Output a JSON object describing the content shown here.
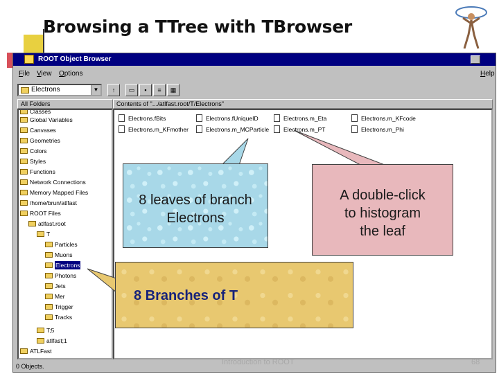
{
  "slide": {
    "title": "Browsing a TTree with TBrowser",
    "footer": "Introduction to ROOT",
    "page_number": "68"
  },
  "window": {
    "title": "ROOT Object Browser",
    "menu": [
      "File",
      "View",
      "Options"
    ],
    "help": "Help",
    "dropdown_value": "Electrons",
    "folders_header": "All Folders",
    "contents_header": "Contents of \".../atlfast.root/T/Electrons\"",
    "status": "0 Objects."
  },
  "tree": [
    {
      "label": "Classes",
      "level": 0
    },
    {
      "label": "Global Variables",
      "level": 0
    },
    {
      "label": "Canvases",
      "level": 0
    },
    {
      "label": "Geometries",
      "level": 0
    },
    {
      "label": "Colors",
      "level": 0
    },
    {
      "label": "Styles",
      "level": 0
    },
    {
      "label": "Functions",
      "level": 0
    },
    {
      "label": "Network Connections",
      "level": 0
    },
    {
      "label": "Memory Mapped Files",
      "level": 0
    },
    {
      "label": "/home/brun/atlfast",
      "level": 0
    },
    {
      "label": "ROOT Files",
      "level": 0
    },
    {
      "label": "atlfast.root",
      "level": 1
    },
    {
      "label": "T",
      "level": 2
    },
    {
      "label": "Particles",
      "level": 3
    },
    {
      "label": "Muons",
      "level": 3
    },
    {
      "label": "Electrons",
      "level": 3,
      "selected": true
    },
    {
      "label": "Photons",
      "level": 3
    },
    {
      "label": "Jets",
      "level": 3
    },
    {
      "label": "Mer",
      "level": 3
    },
    {
      "label": "Trigger",
      "level": 3
    },
    {
      "label": "Tracks",
      "level": 3
    },
    {
      "label": "T;5",
      "level": 2
    },
    {
      "label": "atlfast;1",
      "level": 2
    },
    {
      "label": "ATLFast",
      "level": 0
    }
  ],
  "leaves": [
    "Electrons.fBits",
    "Electrons.fUniqueID",
    "Electrons.m_Eta",
    "Electrons.m_KFcode",
    "Electrons.m_KFmother",
    "Electrons.m_MCParticle",
    "Electrons.m_PT",
    "Electrons.m_Phi"
  ],
  "callouts": {
    "leaves_line1": "8 leaves of branch",
    "leaves_line2": "Electrons",
    "dblclick_line1": "A double-click",
    "dblclick_line2": "to histogram",
    "dblclick_line3": "the leaf",
    "branches": "8 Branches of T"
  },
  "colors": {
    "titlebar": "#000080",
    "callout_blue": "#a8d8e8",
    "callout_pink": "#e8b8bc",
    "callout_tan": "#e8c870"
  }
}
